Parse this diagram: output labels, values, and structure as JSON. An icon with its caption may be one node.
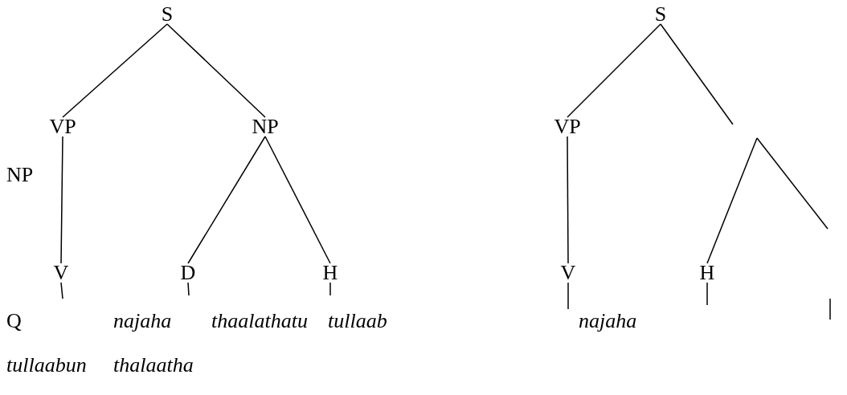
{
  "diagram": {
    "nodes": [
      {
        "text": [
          "S"
        ]
      },
      {
        "text": [
          "VP"
        ]
      },
      {
        "text": [
          "NP"
        ]
      },
      {
        "text": [
          "V"
        ]
      },
      {
        "text": [
          "D"
        ]
      },
      {
        "text": [
          "H"
        ]
      },
      {
        "text": [
          "S"
        ]
      },
      {
        "text": [
          "VP"
        ]
      },
      {
        "text": [
          "V"
        ]
      },
      {
        "text": [
          "H"
        ]
      }
    ],
    "edges": [
      {
        "from": 0,
        "to": 1,
        "arrow": "none"
      },
      {
        "from": 0,
        "to": 2,
        "arrow": "none"
      },
      {
        "from": 1,
        "to": 3,
        "arrow": "none"
      },
      {
        "from": 2,
        "to": 4,
        "arrow": "none"
      },
      {
        "from": 2,
        "to": 5,
        "arrow": "none"
      },
      {
        "from": 3,
        "to": null,
        "arrow": "none"
      },
      {
        "from": 4,
        "to": null,
        "arrow": "none"
      },
      {
        "from": 5,
        "to": null,
        "arrow": "none"
      },
      {
        "from": 6,
        "to": 7,
        "arrow": "none"
      },
      {
        "from": 6,
        "to": null,
        "arrow": "none"
      },
      {
        "from": 7,
        "to": 8,
        "arrow": "none"
      },
      {
        "from": null,
        "to": 9,
        "arrow": "none"
      },
      {
        "from": 8,
        "to": null,
        "arrow": "none"
      },
      {
        "from": 9,
        "to": null,
        "arrow": "none"
      }
    ],
    "labels": [
      "NP",
      "Q",
      "najaha",
      "thaalathatu",
      "tullaab",
      "najaha",
      "tullaabun",
      "thalaatha"
    ]
  }
}
